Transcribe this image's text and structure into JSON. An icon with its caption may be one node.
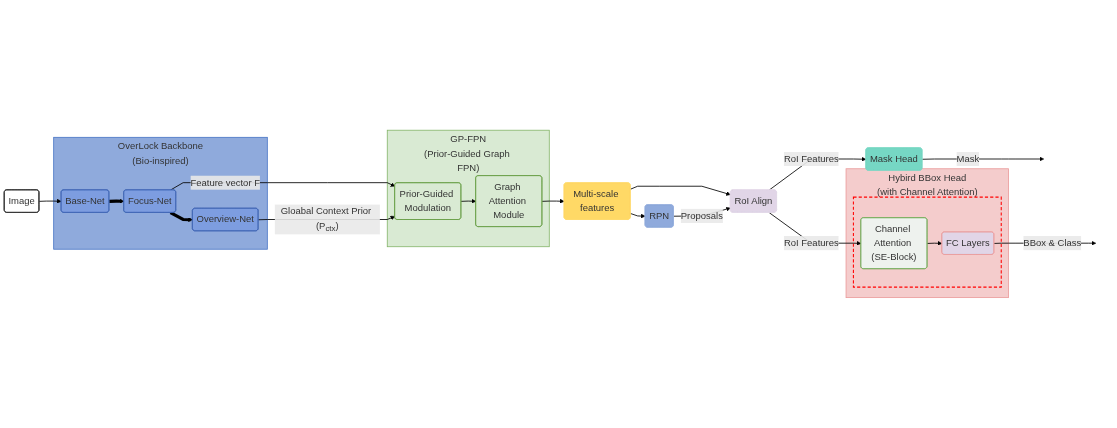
{
  "diagram": {
    "nodes": [
      {
        "text": [
          "Image"
        ]
      },
      {
        "text": [
          "OverLock Backbone",
          "(Bio-inspired)"
        ]
      },
      {
        "text": [
          "Base-Net"
        ],
        "in": 1
      },
      {
        "text": [
          "Focus-Net"
        ],
        "in": 1
      },
      {
        "text": [
          "Overview-Net"
        ],
        "in": 1
      },
      {
        "text": [
          "GP-FPN",
          "(Prior-Guided Graph FPN)"
        ]
      },
      {
        "text": [
          "Graph Attention Module"
        ],
        "in": 5
      },
      {
        "text": [
          "Prior-Guided Modulation"
        ],
        "in": 5
      },
      {
        "text": [
          "Multi-scale features"
        ]
      },
      {
        "text": [
          "RPN"
        ]
      },
      {
        "text": [
          "RoI Align"
        ]
      },
      {
        "text": [
          "Hybird BBox Head",
          "(with Channel Attention)"
        ]
      },
      {
        "text": [],
        "shape": "box",
        "in": 11
      },
      {
        "text": [
          "Channel Attention (SE-Block)"
        ],
        "in": 12
      },
      {
        "text": [
          "FC Layers"
        ],
        "in": 12
      },
      {
        "text": [
          "Mask Head"
        ]
      }
    ],
    "edges": [
      {
        "from": 0,
        "to": 2,
        "arrow": "to"
      },
      {
        "from": 2,
        "to": 3,
        "arrow": "to",
        "style": "thick"
      },
      {
        "from": 3,
        "to": 4,
        "arrow": "to",
        "style": "thick"
      },
      {
        "from": 3,
        "to": 7,
        "arrow": "to",
        "label": "Feature vector F"
      },
      {
        "from": 4,
        "to": 7,
        "arrow": "to",
        "label": "Gloabal Context Prior (P$_{ctx}$)"
      },
      {
        "from": 7,
        "to": 6,
        "arrow": "to"
      },
      {
        "from": 6,
        "to": 8,
        "arrow": "to"
      },
      {
        "from": 8,
        "to": 9,
        "arrow": "to"
      },
      {
        "from": 8,
        "to": 10,
        "arrow": "to"
      },
      {
        "from": 9,
        "to": 10,
        "arrow": "to",
        "label": "Proposals"
      },
      {
        "from": 10,
        "to": 13,
        "arrow": "to",
        "label": "RoI Features"
      },
      {
        "from": 13,
        "to": 14,
        "arrow": "to"
      },
      {
        "from": 14,
        "to": null,
        "arrow": "to",
        "label": "BBox & Class"
      },
      {
        "from": 10,
        "to": 15,
        "arrow": "to",
        "label": "RoI Features"
      },
      {
        "from": 15,
        "to": null,
        "arrow": "to",
        "label": "Mask"
      }
    ]
  }
}
